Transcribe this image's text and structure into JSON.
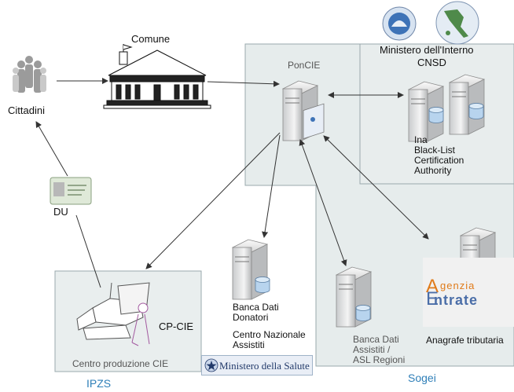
{
  "labels": {
    "cittadini": "Cittadini",
    "comune": "Comune",
    "poncie": "PonCIE",
    "ministero": "Ministero dell'Interno",
    "cnsd": "CNSD",
    "cnsd_list": [
      "Ina",
      "Black-List",
      "Certification",
      "Authority"
    ],
    "du": "DU",
    "banca_donatori": [
      "Banca Dati",
      "Donatori"
    ],
    "centro_nazionale": [
      "Centro Nazionale",
      "Assistiti"
    ],
    "banca_assistiti": [
      "Banca Dati",
      "Assistiti /",
      "ASL Regioni"
    ],
    "anagrafe": "Anagrafe tributaria",
    "cp_cie": "CP-CIE",
    "centro_produzione": "Centro produzione CIE",
    "ipzs": "IPZS",
    "sogei": "Sogei",
    "ministero_salute": "Ministero della Salute",
    "agenzia_top": "genzia",
    "agenzia_bottom": "ntrate"
  },
  "icons": [
    "people-icon",
    "town-hall-icon",
    "server-icon",
    "id-card-icon",
    "printer-icon",
    "ministry-seal-icon",
    "italy-map-seal-icon",
    "agenzia-entrate-logo",
    "ministero-salute-logo"
  ],
  "colors": {
    "region_fill": "#e6ecec",
    "region_border": "#9aa9ad",
    "accent_blue": "#2f7fb8",
    "arrow": "#333333"
  }
}
